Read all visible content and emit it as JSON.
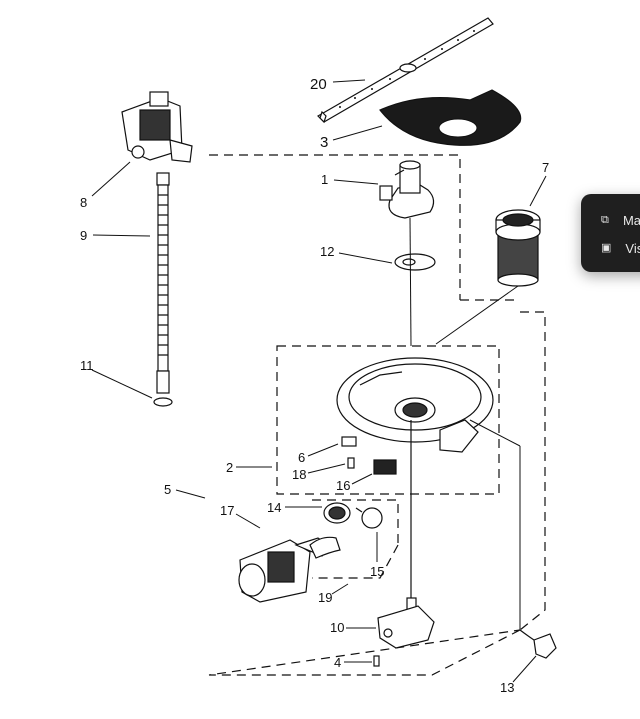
{
  "callouts": {
    "c20": "20",
    "c3": "3",
    "c1": "1",
    "c12": "12",
    "c7": "7",
    "c8": "8",
    "c9": "9",
    "c11": "11",
    "c2": "2",
    "c5": "5",
    "c6": "6",
    "c18": "18",
    "c16": "16",
    "c14": "14",
    "c17": "17",
    "c15": "15",
    "c19": "19",
    "c10": "10",
    "c4": "4",
    "c13": "13"
  },
  "context_menu": {
    "items": [
      {
        "label": "Ma",
        "icon": "puzzle-icon"
      },
      {
        "label": "Vis",
        "icon": "visual-search-icon"
      }
    ]
  }
}
